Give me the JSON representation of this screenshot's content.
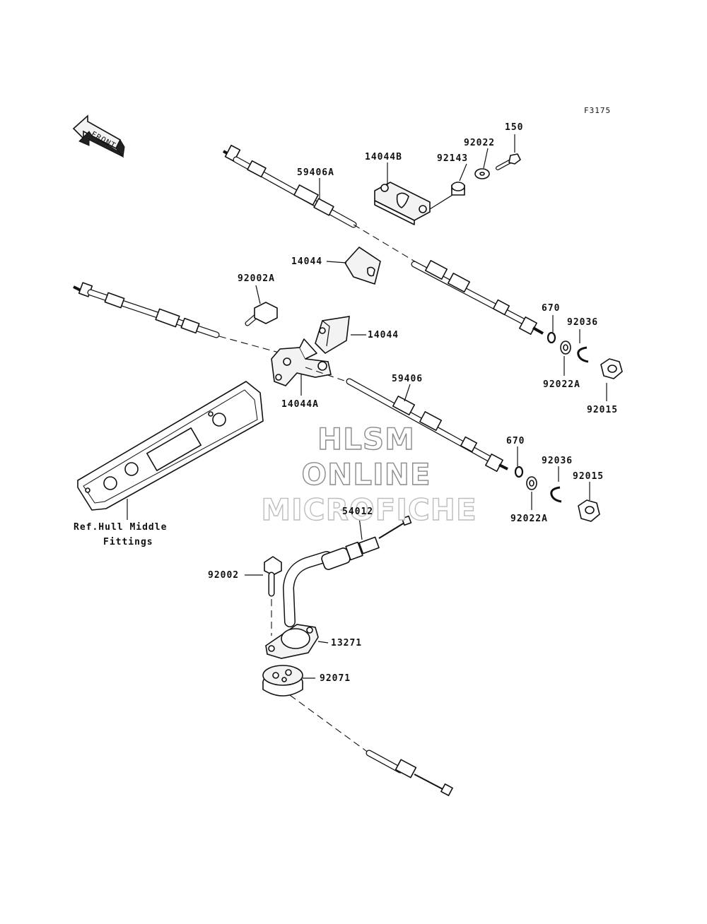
{
  "figure_code": "F3175",
  "front_label": "FRONT",
  "reference_note": {
    "line1": "Ref.Hull Middle",
    "line2": "Fittings"
  },
  "watermark": {
    "line1": "HLSM",
    "line2": "ONLINE",
    "line3": "MICROFICHE"
  },
  "callouts": {
    "c_150": "150",
    "c_92022": "92022",
    "c_92143": "92143",
    "c_14044b": "14044B",
    "c_59406a": "59406A",
    "c_14044_upper": "14044",
    "c_92002a": "92002A",
    "c_14044_lower": "14044",
    "c_14044a": "14044A",
    "c_59406": "59406",
    "c_670_upper": "670",
    "c_92036_upper": "92036",
    "c_92022a_upper": "92022A",
    "c_92015_upper": "92015",
    "c_670_lower": "670",
    "c_92036_lower": "92036",
    "c_92015_lower": "92015",
    "c_92022a_lower": "92022A",
    "c_54012": "54012",
    "c_92002": "92002",
    "c_13271": "13271",
    "c_92071": "92071"
  }
}
